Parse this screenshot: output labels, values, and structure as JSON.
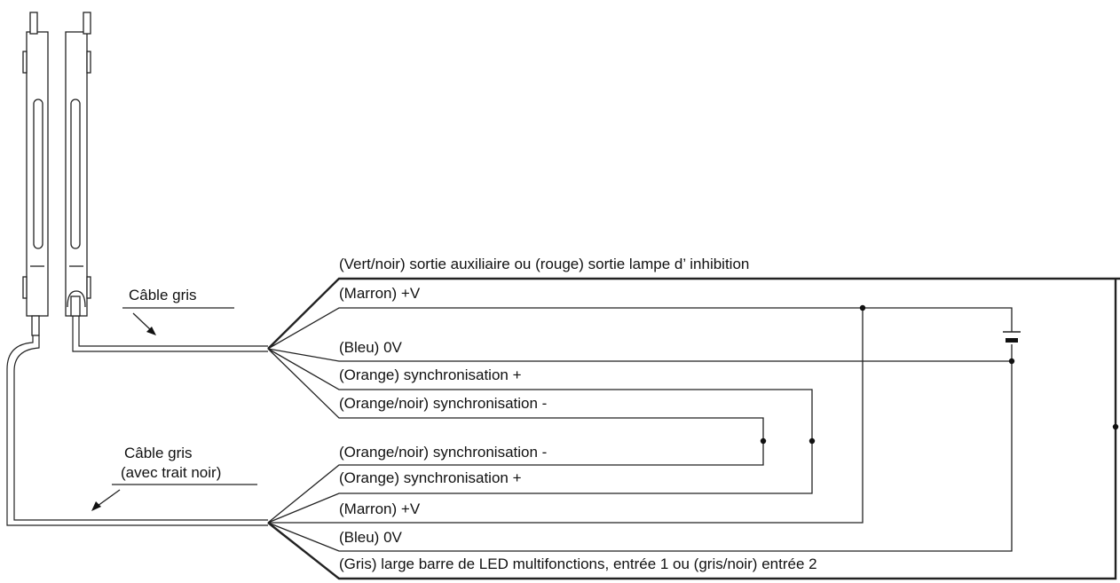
{
  "cables": {
    "top": "Câble gris",
    "bottom_line1": "Câble gris",
    "bottom_line2": "(avec trait noir)"
  },
  "wires": {
    "top": {
      "aux": "(Vert/noir) sortie auxiliaire ou (rouge) sortie lampe d’ inhibition",
      "brown": "(Marron) +V",
      "blue": "(Bleu) 0V",
      "orange": "(Orange) synchronisation +",
      "orange_black": "(Orange/noir) synchronisation -"
    },
    "bottom": {
      "orange_black": "(Orange/noir) synchronisation -",
      "orange": "(Orange) synchronisation +",
      "brown": "(Marron) +V",
      "blue": "(Bleu) 0V",
      "grey": "(Gris) large barre de LED multifonctions, entrée 1 ou (gris/noir) entrée 2"
    }
  },
  "colors": {
    "line": "#222222",
    "background": "#ffffff"
  }
}
